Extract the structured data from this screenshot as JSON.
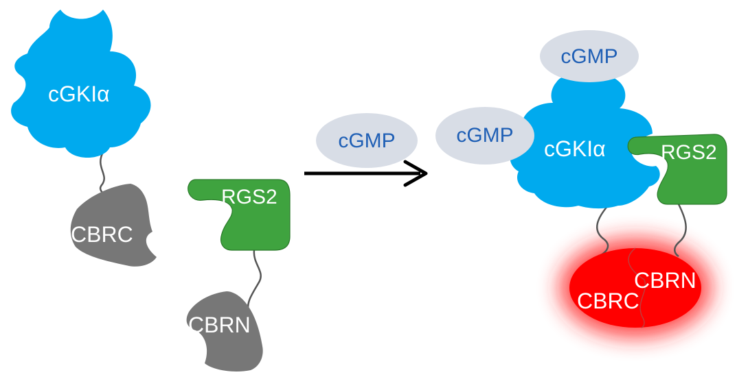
{
  "diagram": {
    "left": {
      "kinase_label": "cGKIα",
      "kinase_domain_label": "CBRC",
      "rgs_label": "RGS2",
      "rgs_domain_label": "CBRN"
    },
    "middle": {
      "ligand_label": "cGMP"
    },
    "right": {
      "ligand_top_label": "cGMP",
      "ligand_left_label": "cGMP",
      "kinase_label": "cGKIα",
      "rgs_label": "RGS2",
      "complex_left_label": "CBRC",
      "complex_right_label": "CBRN"
    }
  },
  "colors": {
    "kinase": "#00aaee",
    "rgs": "#3fa33f",
    "domain_gray": "#777777",
    "ligand": "#d8dde6",
    "ligand_text": "#1f5fb5",
    "complex_red": "#ff0000",
    "arrow": "#000000"
  }
}
